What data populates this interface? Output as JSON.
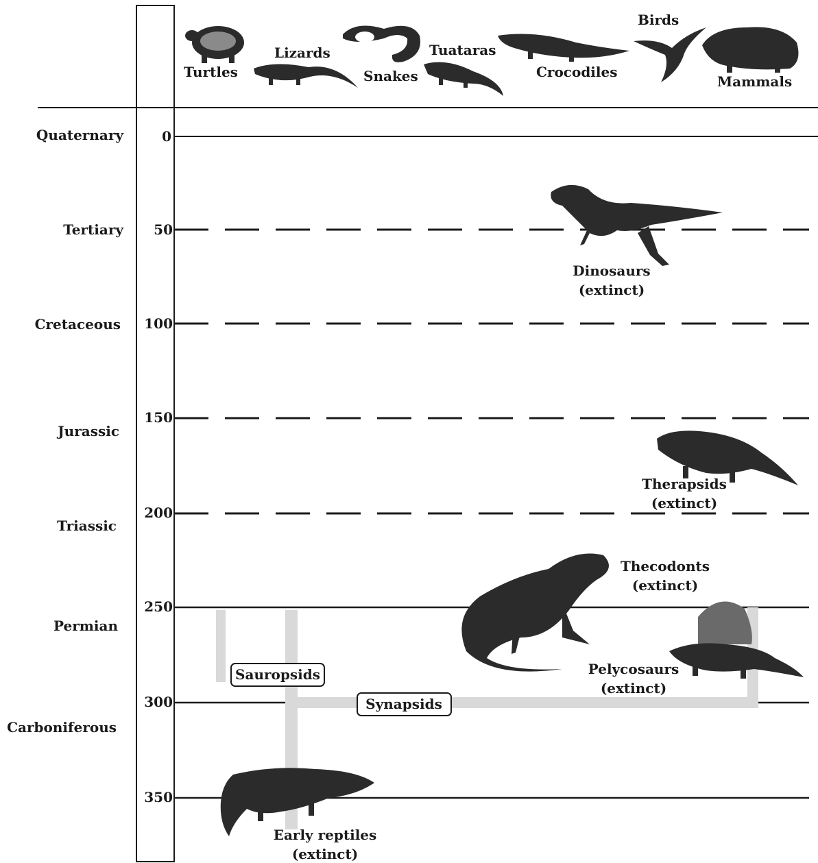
{
  "periods": [
    "Quaternary",
    "Tertiary",
    "Cretaceous",
    "Jurassic",
    "Triassic",
    "Permian",
    "Carboniferous"
  ],
  "ticks": [
    "0",
    "50",
    "100",
    "150",
    "200",
    "250",
    "300",
    "350"
  ],
  "modern_groups": [
    "Turtles",
    "Lizards",
    "Snakes",
    "Tuataras",
    "Crocodiles",
    "Birds",
    "Mammals"
  ],
  "extinct_groups": {
    "dinosaurs": [
      "Dinosaurs",
      "(extinct)"
    ],
    "therapsids": [
      "Therapsids",
      "(extinct)"
    ],
    "thecodonts": [
      "Thecodonts",
      "(extinct)"
    ],
    "pelycosaurs": [
      "Pelycosaurs",
      "(extinct)"
    ],
    "early_reptiles": [
      "Early reptiles",
      "(extinct)"
    ]
  },
  "lineages": [
    "Sauropsids",
    "Synapsids"
  ],
  "colors": {
    "ink": "#1a1a1a",
    "silhouette": "#2b2b2b",
    "branch": "#d9d9d9"
  }
}
